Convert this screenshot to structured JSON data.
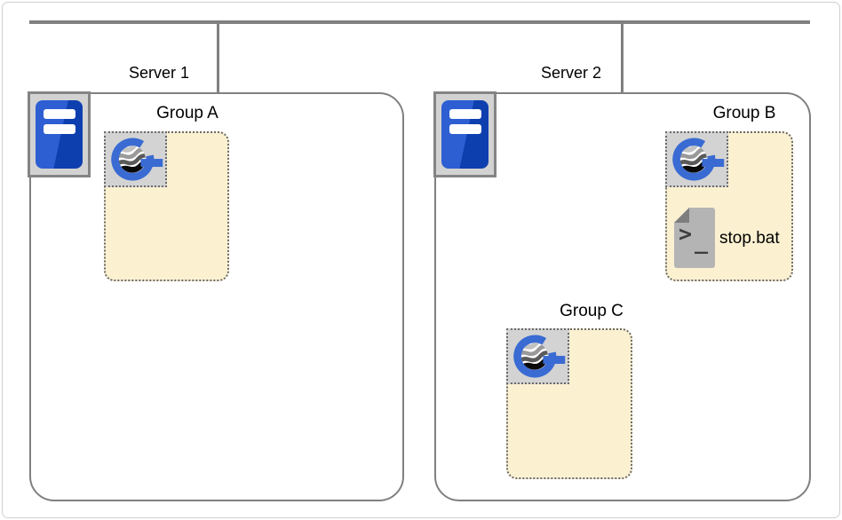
{
  "diagram": {
    "type": "server-group-topology",
    "colors": {
      "line_gray": "#808080",
      "dotted_border_gray": "#6a6a6a",
      "group_fill": "#fbf1d1",
      "icon_tile_gray": "#d3d3d3",
      "server_plate_gray": "#d2d2d2",
      "server_blue_light": "#2d5fd3",
      "server_blue_dark": "#0e3fae",
      "logo_blue": "#3a6bd3",
      "file_body_gray": "#b4b4b4",
      "file_fold_gray": "#7e7e7e"
    },
    "servers": [
      {
        "label": "Server 1",
        "icon": "server-icon"
      },
      {
        "label": "Server 2",
        "icon": "server-icon"
      }
    ],
    "groups": [
      {
        "label": "Group A",
        "icon": "g-globe-icon",
        "files": []
      },
      {
        "label": "Group B",
        "icon": "g-globe-icon",
        "files": [
          {
            "label": "stop.bat",
            "icon": "command-file-icon",
            "glyph_prompt": ">",
            "glyph_cursor": "_"
          }
        ]
      },
      {
        "label": "Group C",
        "icon": "g-globe-icon",
        "files": []
      }
    ]
  }
}
